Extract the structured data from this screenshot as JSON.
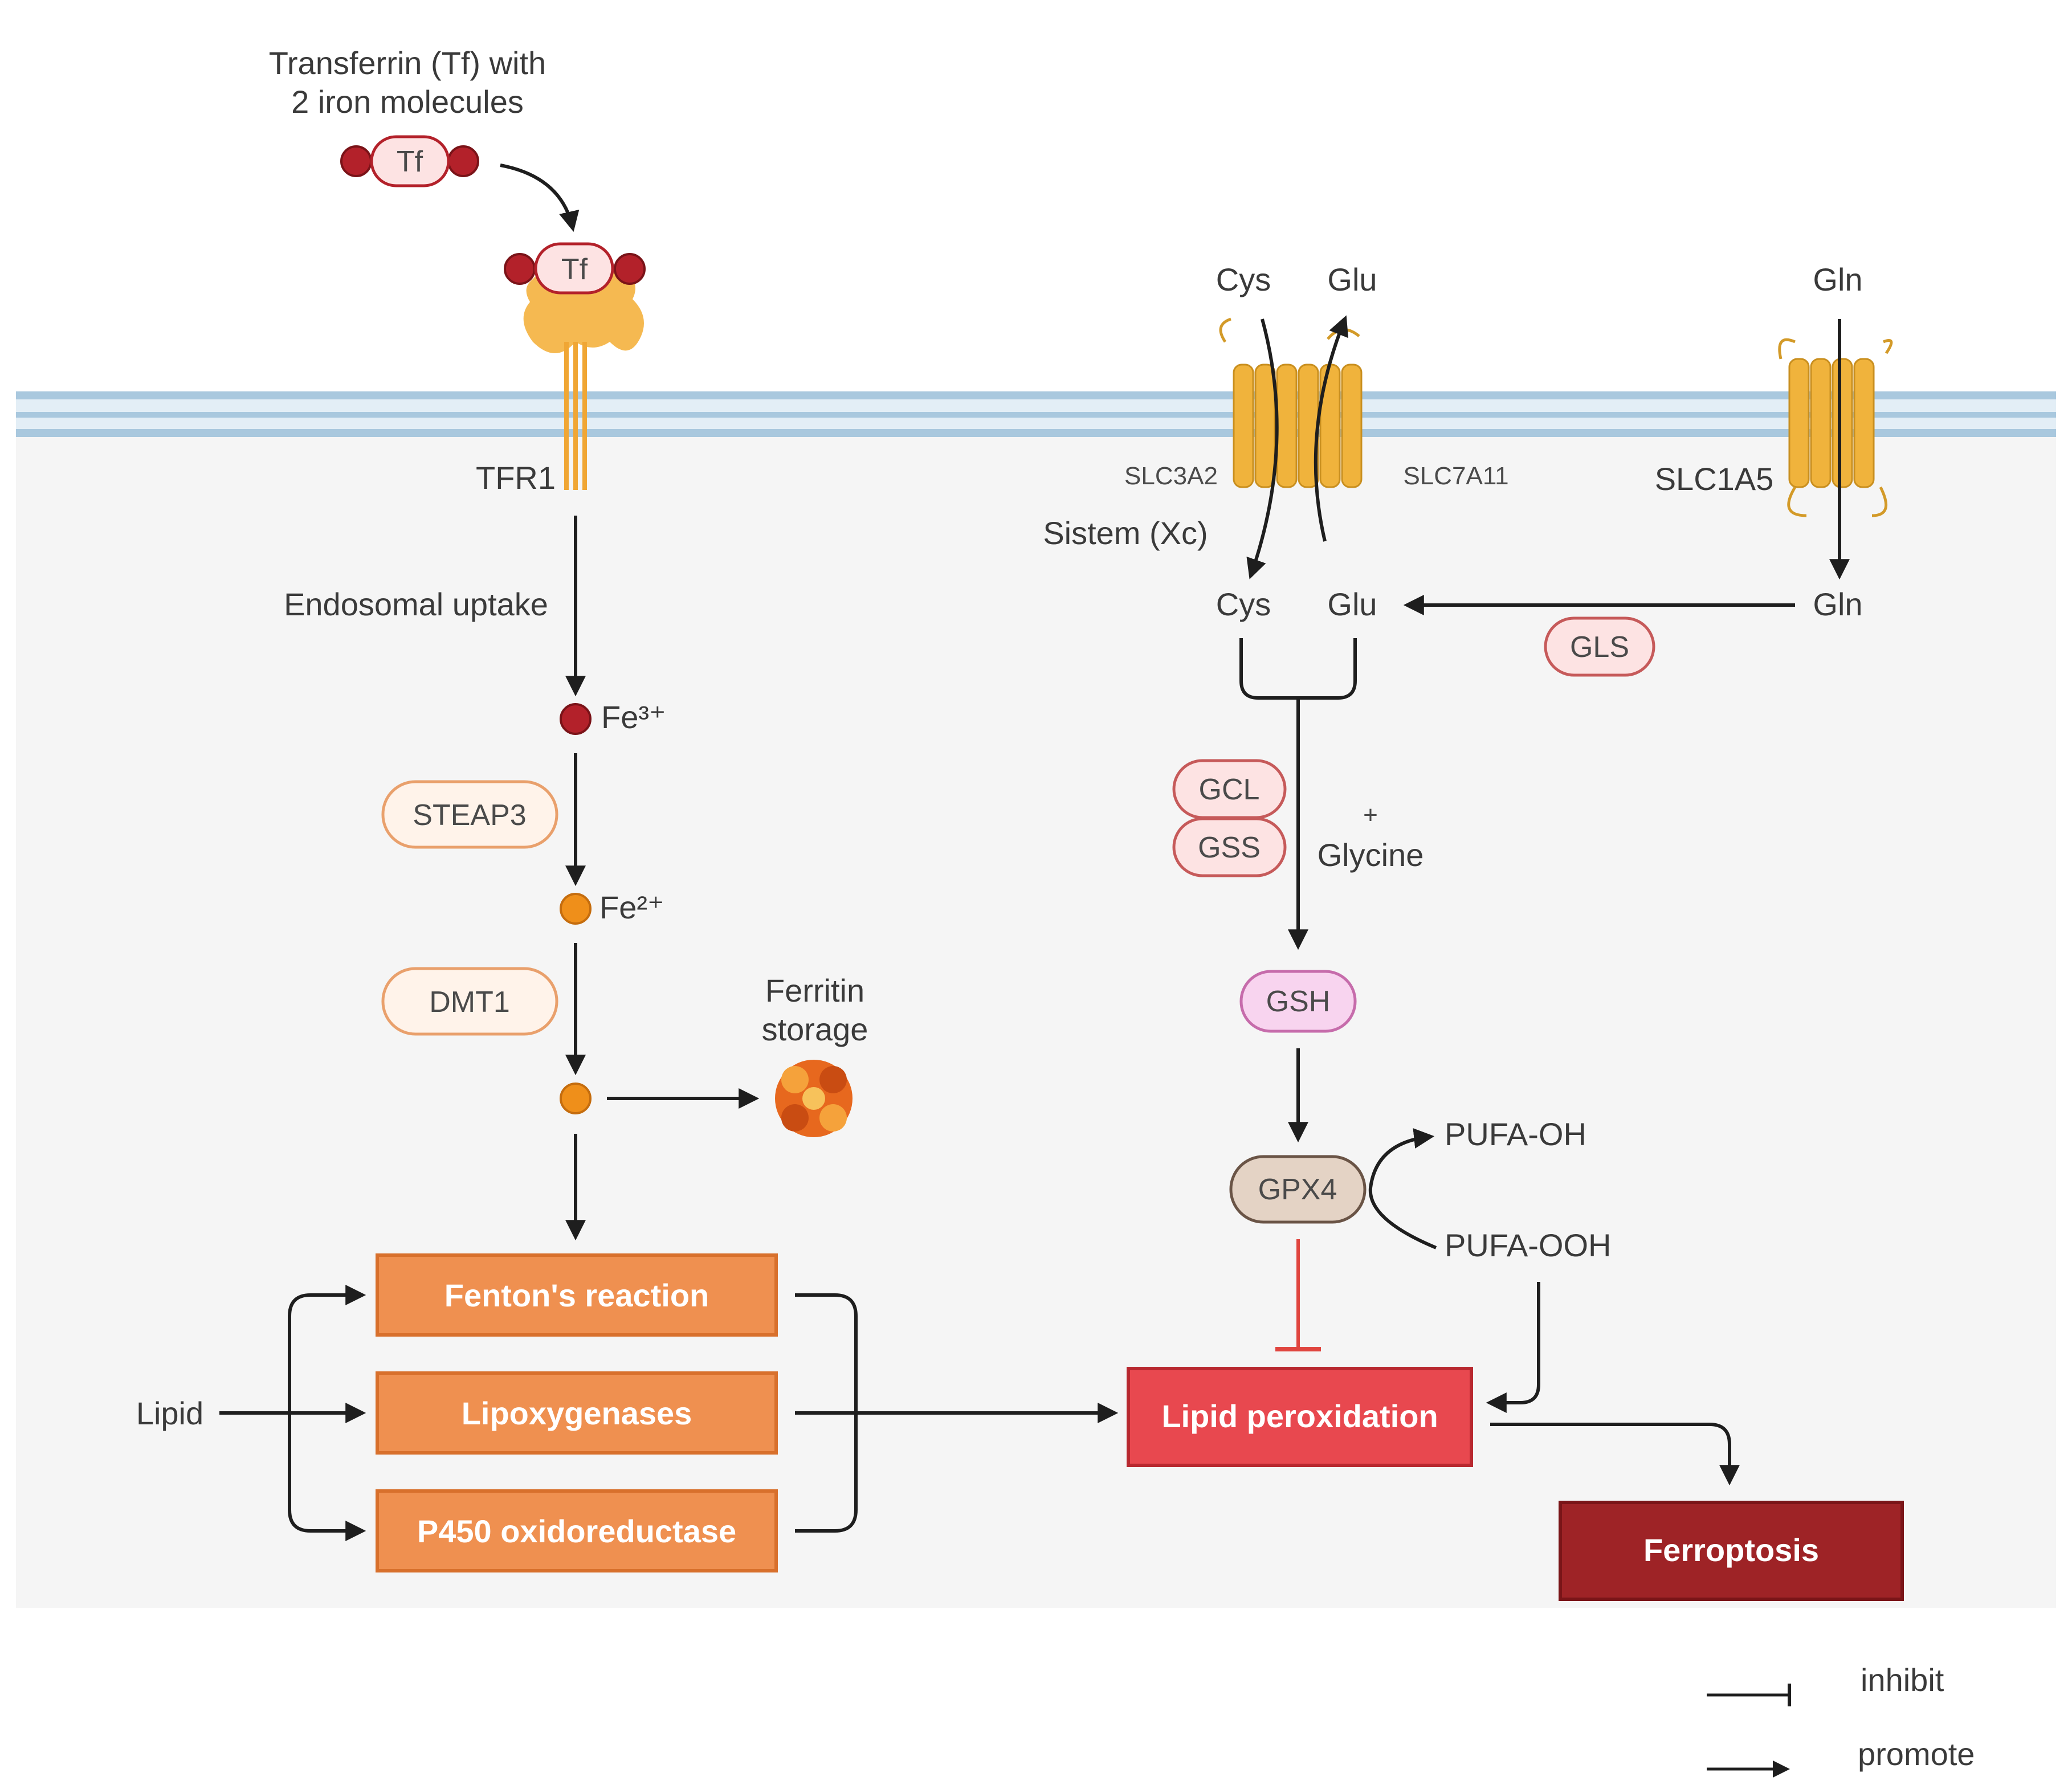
{
  "colors": {
    "cytoplasm": "#f5f5f5",
    "membrane_line": "#a9c8de",
    "membrane_fill": "#e3eef6",
    "fe3": "#b3212a",
    "fe2": "#ef8f1a",
    "orange_box": "#ef9050",
    "orange_box_border": "#d8702c",
    "lipid_perox": "#e8484f",
    "ferroptosis": "#9e2326",
    "pill_pink_fill": "#fde3e3",
    "pill_pink_border": "#c65a5a",
    "pill_orange_fill": "#fff3ea",
    "pill_orange_border": "#e9a06c",
    "gsh_fill": "#f8d4ef",
    "gsh_border": "#c66cab",
    "gpx4_fill": "#e4d3c5",
    "gpx4_border": "#6a5446",
    "transporter": "#f0b33c",
    "inhibit": "#e0453f",
    "arrow": "#1e1e1e"
  },
  "iron_uptake": {
    "transferrin_caption_line1": "Transferrin (Tf) with",
    "transferrin_caption_line2": "2 iron molecules",
    "tf_label": "Tf",
    "tf_bound_label": "Tf",
    "receptor_label": "TFR1",
    "endosomal_label": "Endosomal uptake",
    "fe3_label": "Fe³⁺",
    "steap3": "STEAP3",
    "fe2_label": "Fe²⁺",
    "dmt1": "DMT1",
    "ferritin_line1": "Ferritin",
    "ferritin_line2": "storage"
  },
  "lipid_branch": {
    "lipid_label": "Lipid",
    "fenton": "Fenton's reaction",
    "lipoxygenases": "Lipoxygenases",
    "p450": "P450 oxidoreductase"
  },
  "transport": {
    "cys_out": "Cys",
    "glu_out": "Glu",
    "gln_out": "Gln",
    "slc3a2": "SLC3A2",
    "slc7a11": "SLC7A11",
    "slc1a5": "SLC1A5",
    "system_xc": "Sistem  (Xc)",
    "cys_in": "Cys",
    "glu_in": "Glu",
    "gln_in": "Gln",
    "gls": "GLS"
  },
  "gsh_pathway": {
    "gcl": "GCL",
    "gss": "GSS",
    "glycine": "Glycine",
    "glycine_plus": "+",
    "gsh": "GSH",
    "gpx4": "GPX4",
    "pufa_oh": "PUFA-OH",
    "pufa_ooh": "PUFA-OOH"
  },
  "outcomes": {
    "lipid_peroxidation": "Lipid peroxidation",
    "ferroptosis": "Ferroptosis"
  },
  "legend": {
    "inhibit": "inhibit",
    "promote": "promote"
  }
}
